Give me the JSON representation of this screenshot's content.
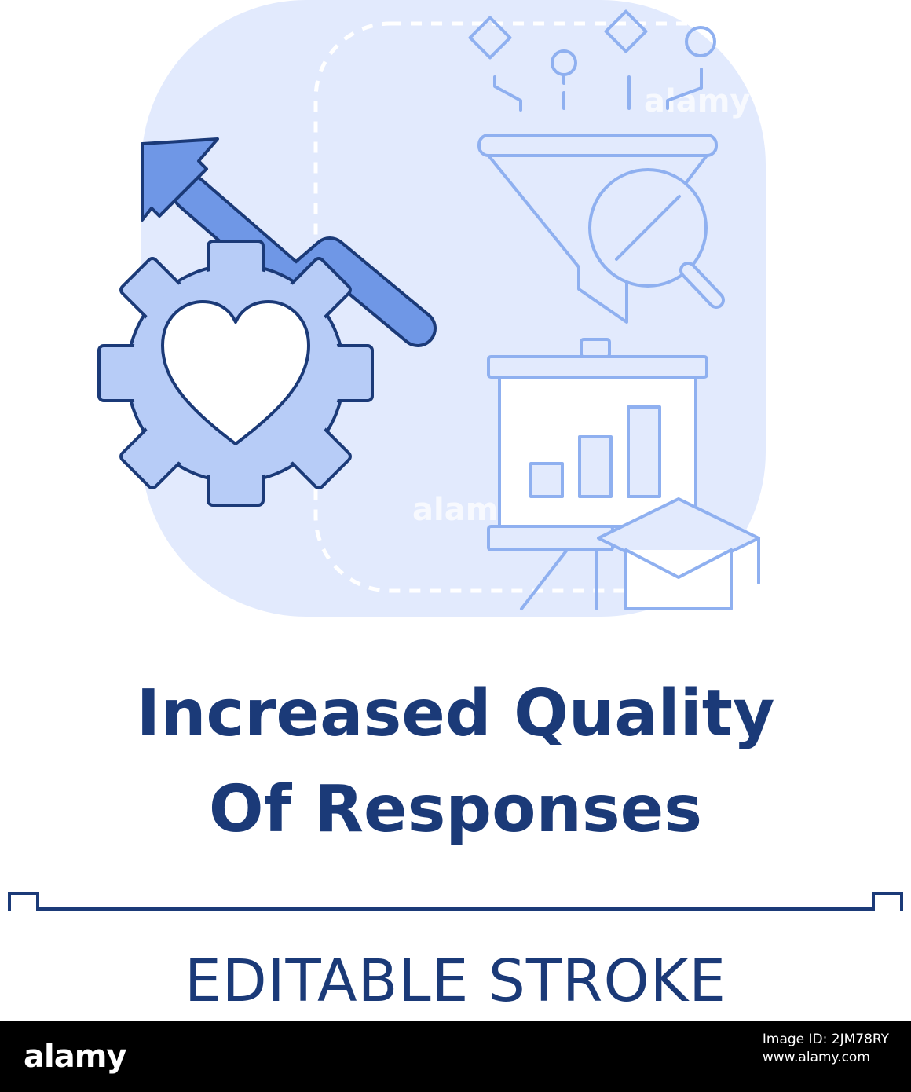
{
  "title": {
    "line1": "Increased Quality",
    "line2": "Of Responses"
  },
  "caption": "EDITABLE STROKE",
  "footer": {
    "brand": "alamy",
    "image_id_line": "Image ID: 2JM78RY",
    "site": "www.alamy.com"
  },
  "colors": {
    "navy": "#1b3a78",
    "accent": "#6f97e6",
    "light": "#b7ccf7",
    "background_panel": "#e2eafd",
    "outline": "#8fb0f0"
  },
  "icons": [
    "gear-heart-icon",
    "growth-arrow-icon",
    "funnel-icon",
    "magnifier-icon",
    "presentation-board-icon",
    "graduation-cap-icon"
  ]
}
